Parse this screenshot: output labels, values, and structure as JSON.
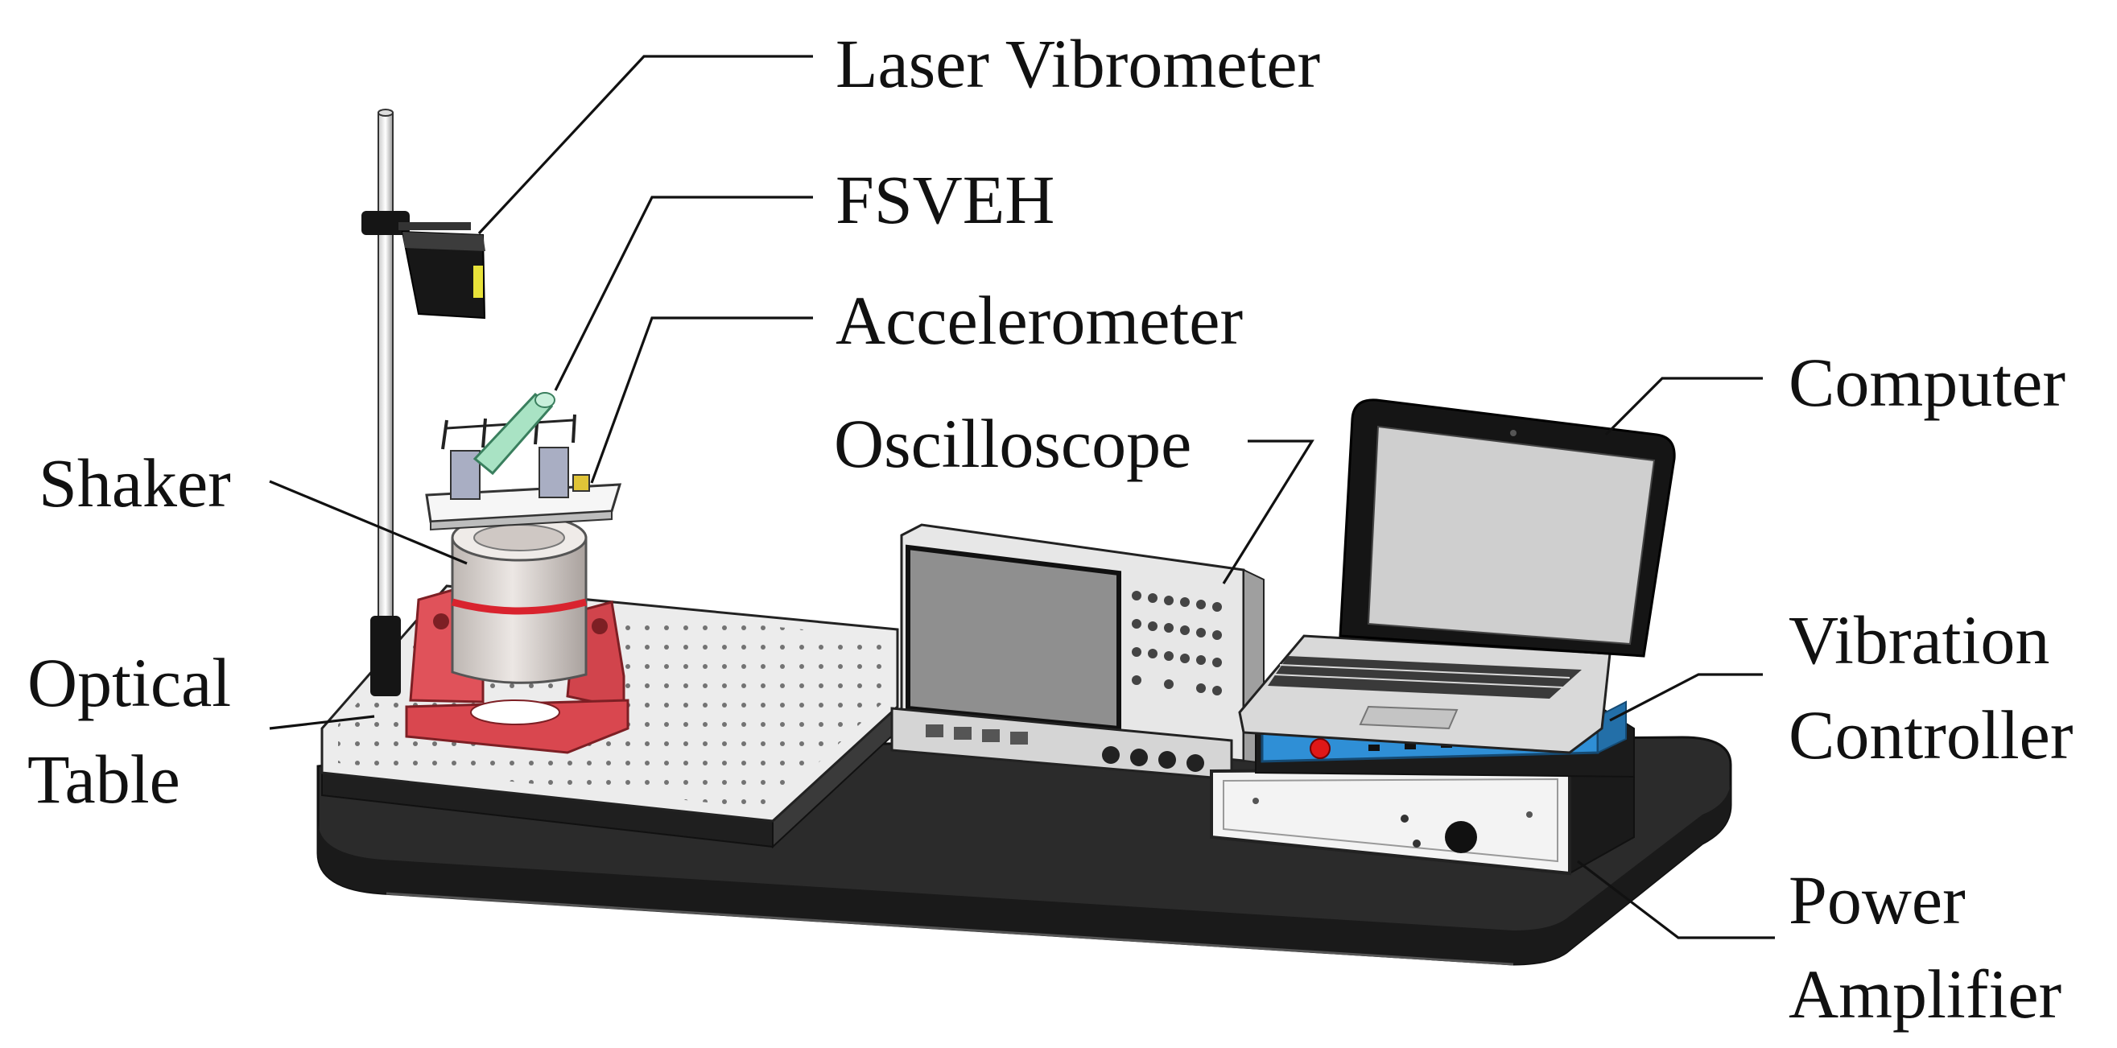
{
  "labels": {
    "laser_vibrometer": "Laser Vibrometer",
    "fsveh": "FSVEH",
    "accelerometer": "Accelerometer",
    "computer": "Computer",
    "oscilloscope": "Oscilloscope",
    "shaker": "Shaker",
    "vibration_controller_line1": "Vibration",
    "vibration_controller_line2": "Controller",
    "optical_table_line1": "Optical",
    "optical_table_line2": "Table",
    "power_amplifier_line1": "Power",
    "power_amplifier_line2": "Amplifier"
  },
  "colors": {
    "base_plate": "#2b2b2b",
    "optical_table_top": "#ededed",
    "shaker_mount": "#e0525a",
    "shaker_body": "#d9d3d0",
    "amplifier_panel": "#f3f3f3",
    "controller_blue": "#2f8fd6",
    "screen_gray": "#8f8f8f",
    "harvester_tube": "#a9e3c4",
    "laser_accent": "#e8e23a"
  }
}
